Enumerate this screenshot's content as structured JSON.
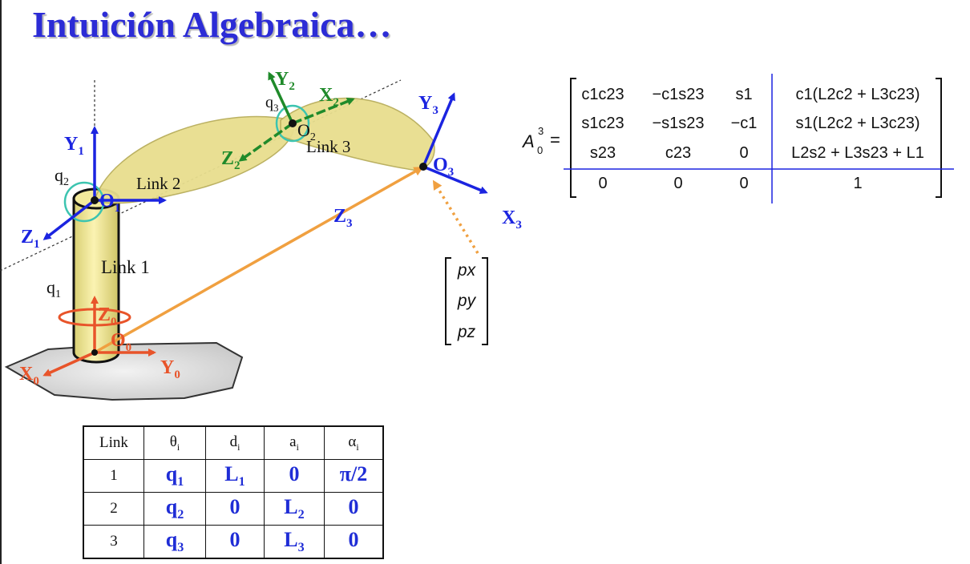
{
  "title": "Intuición Algebraica…",
  "diagram": {
    "links": [
      "Link 1",
      "Link 2",
      "Link 3"
    ],
    "joints": [
      "q",
      "q",
      "q"
    ],
    "joint_subs": [
      "1",
      "2",
      "3"
    ],
    "frames": {
      "origin_letter": "O",
      "x_letter": "X",
      "y_letter": "Y",
      "z_letter": "Z",
      "subs": [
        "0",
        "1",
        "2",
        "3"
      ]
    },
    "colors": {
      "frame0": "#e8542a",
      "frame1": "#1b24e0",
      "frame2": "#1f8a2a",
      "frame3": "#1b24e0",
      "link": "#efe49a",
      "position_vector": "#f0a040",
      "joint_marker": "#3cc4b0"
    }
  },
  "matrix": {
    "lhs": "A",
    "lhs_sub": "0",
    "lhs_sup": "3",
    "rows": [
      [
        "c1c23",
        "−c1s23",
        "s1",
        "c1(L2c2 + L3c23)"
      ],
      [
        "s1c23",
        "−s1s23",
        "−c1",
        "s1(L2c2 + L3c23)"
      ],
      [
        "s23",
        "c23",
        "0",
        "L2s2 + L3s23 + L1"
      ],
      [
        "0",
        "0",
        "0",
        "1"
      ]
    ]
  },
  "position_vector": [
    "px",
    "py",
    "pz"
  ],
  "dh_table": {
    "headers": [
      {
        "base": "Link",
        "sub": ""
      },
      {
        "base": "θ",
        "sub": "i"
      },
      {
        "base": "d",
        "sub": "i"
      },
      {
        "base": "a",
        "sub": "i"
      },
      {
        "base": "α",
        "sub": "i"
      }
    ],
    "rows": [
      {
        "link": "1",
        "theta": {
          "base": "q",
          "sub": "1"
        },
        "d": {
          "base": "L",
          "sub": "1"
        },
        "a": {
          "base": "0",
          "sub": ""
        },
        "alpha": {
          "base": "π/2",
          "sub": ""
        }
      },
      {
        "link": "2",
        "theta": {
          "base": "q",
          "sub": "2"
        },
        "d": {
          "base": "0",
          "sub": ""
        },
        "a": {
          "base": "L",
          "sub": "2"
        },
        "alpha": {
          "base": "0",
          "sub": ""
        }
      },
      {
        "link": "3",
        "theta": {
          "base": "q",
          "sub": "3"
        },
        "d": {
          "base": "0",
          "sub": ""
        },
        "a": {
          "base": "L",
          "sub": "3"
        },
        "alpha": {
          "base": "0",
          "sub": ""
        }
      }
    ]
  }
}
